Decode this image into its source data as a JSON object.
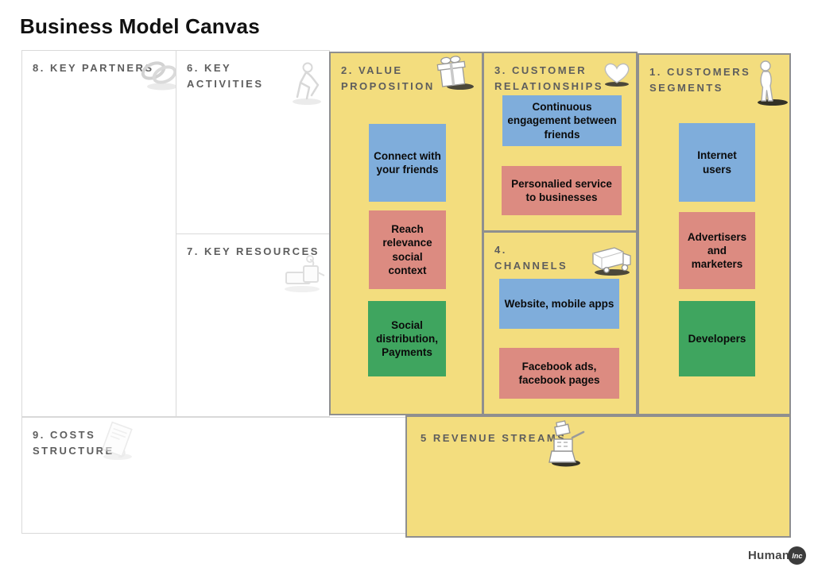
{
  "title": "Business Model Canvas",
  "colors": {
    "panel_yellow": "#F3DD7E",
    "note_blue": "#7FADDB",
    "note_red": "#DC8B81",
    "note_green": "#3FA55F"
  },
  "sections": {
    "key_partners": {
      "label": "8. KEY PARTNERS",
      "icon": "linked-rings"
    },
    "key_activities": {
      "label": "6. KEY ACTIVITIES",
      "icon": "working-person"
    },
    "key_resources": {
      "label": "7. KEY RESOURCES",
      "icon": "machine"
    },
    "value_proposition": {
      "label": "2. VALUE PROPOSITION",
      "icon": "gift",
      "cards": [
        {
          "text": "Connect with your friends",
          "color": "blue"
        },
        {
          "text": "Reach relevance social context",
          "color": "red"
        },
        {
          "text": "Social distribution, Payments",
          "color": "green"
        }
      ]
    },
    "customer_relationships": {
      "label": "3. CUSTOMER RELATIONSHIPS",
      "icon": "heart",
      "cards": [
        {
          "text": "Continuous engagement between friends",
          "color": "blue"
        },
        {
          "text": "Personalied service to businesses",
          "color": "red"
        }
      ]
    },
    "channels": {
      "label": "4. CHANNELS",
      "icon": "delivery-truck",
      "cards": [
        {
          "text": "Website, mobile apps",
          "color": "blue"
        },
        {
          "text": "Facebook ads, facebook pages",
          "color": "red"
        }
      ]
    },
    "customer_segments": {
      "label": "1. CUSTOMERS SEGMENTS",
      "icon": "standing-person",
      "cards": [
        {
          "text": "Internet users",
          "color": "blue"
        },
        {
          "text": "Advertisers and marketers",
          "color": "red"
        },
        {
          "text": "Developers",
          "color": "green"
        }
      ]
    },
    "costs_structure": {
      "label": "9. COSTS STRUCTURE",
      "icon": "receipt"
    },
    "revenue_streams": {
      "label": "5 REVENUE STREAMS",
      "icon": "cash-register"
    }
  },
  "logo": {
    "text": "Human",
    "badge": "Inc"
  }
}
